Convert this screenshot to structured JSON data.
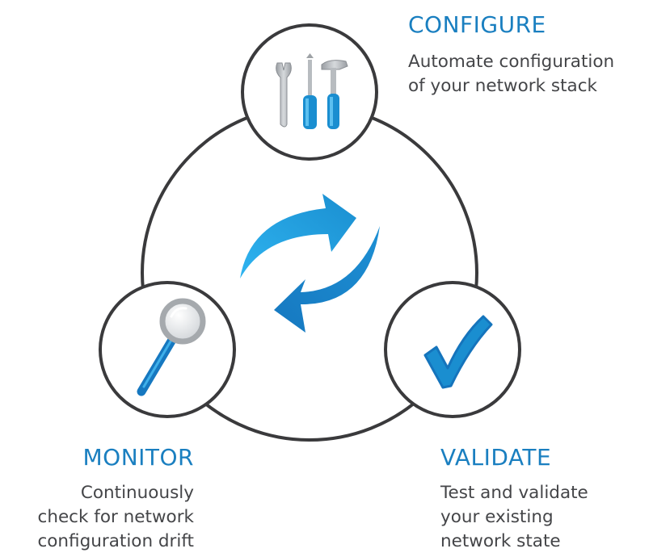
{
  "colors": {
    "accent": "#1a7fc0",
    "ring": "#3a3a3c",
    "text": "#444548"
  },
  "configure": {
    "icon": "tools-icon",
    "title": "CONFIGURE",
    "lines": [
      "Automate configuration",
      "of your network stack"
    ]
  },
  "monitor": {
    "icon": "magnifier-icon",
    "title": "MONITOR",
    "lines": [
      "Continuously",
      "check for network",
      "configuration drift"
    ]
  },
  "validate": {
    "icon": "checkmark-icon",
    "title": "VALIDATE",
    "lines": [
      "Test and validate",
      "your existing",
      "network state"
    ]
  },
  "center": {
    "icon": "refresh-cycle-icon"
  }
}
